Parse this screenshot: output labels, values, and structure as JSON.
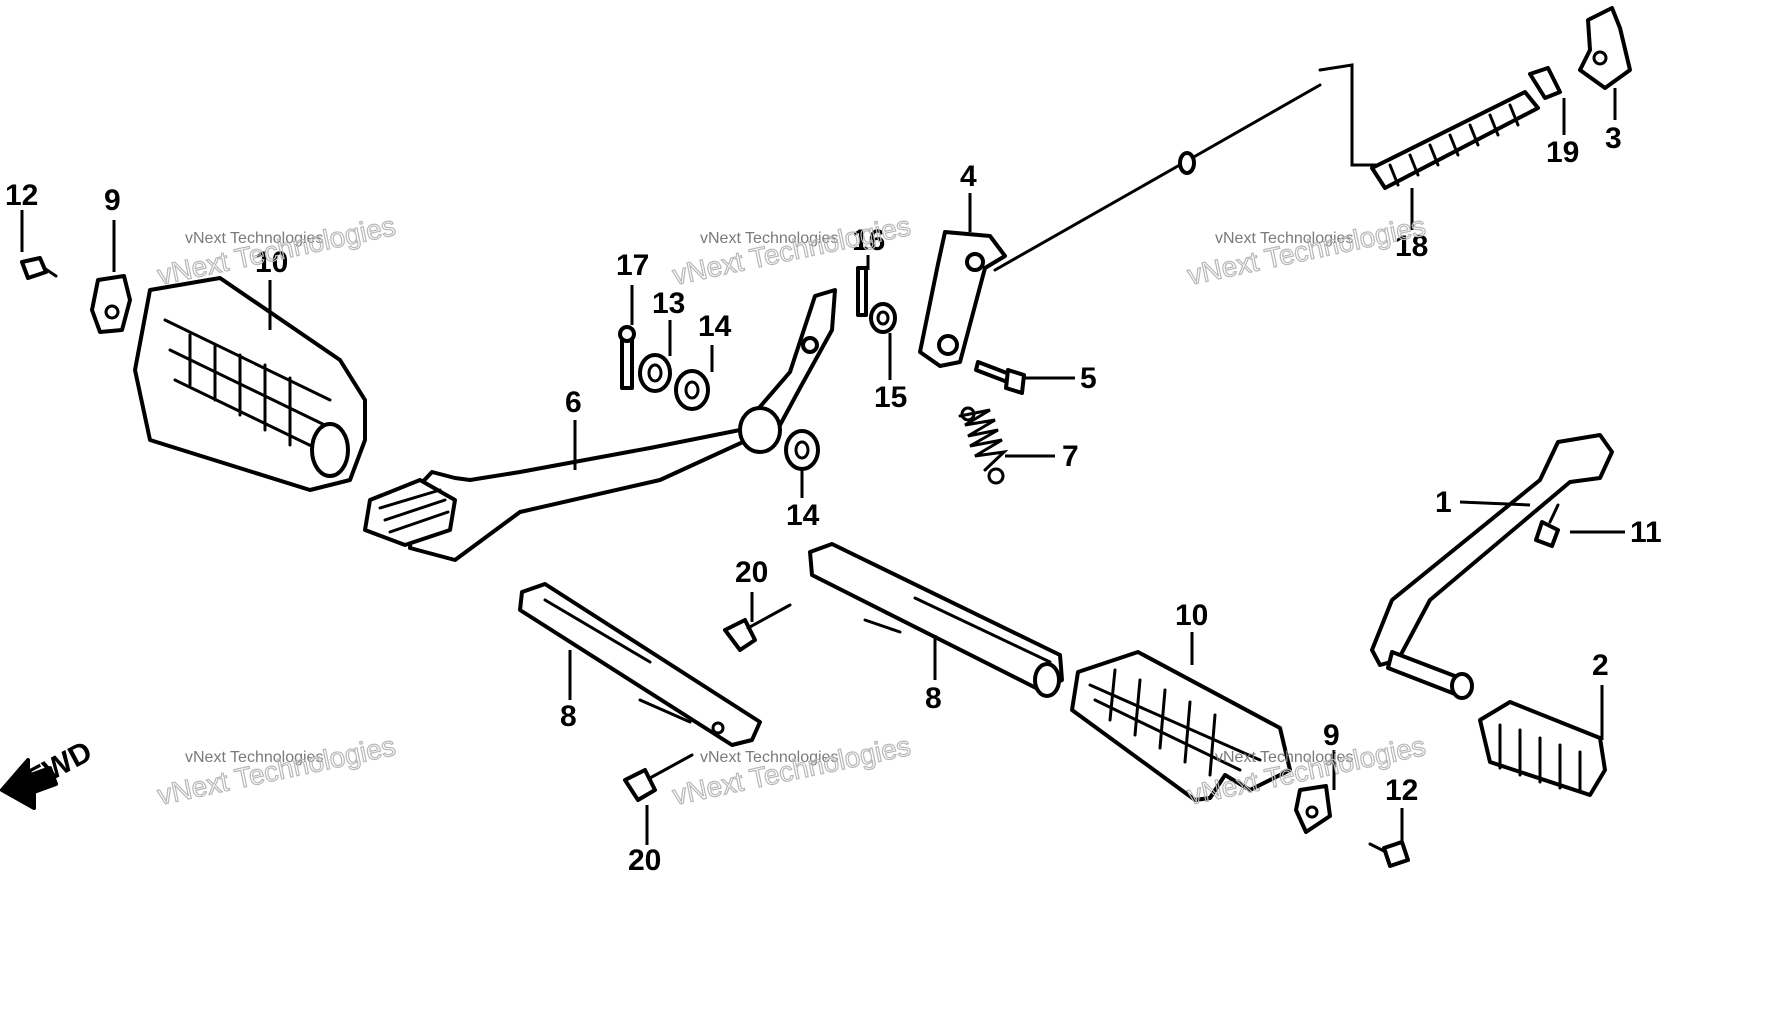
{
  "diagram": {
    "direction_label": "FWD",
    "watermark_small": "vNext Technologies",
    "watermark_large": "vNext Technologies",
    "callouts": {
      "c1": "1",
      "c2": "2",
      "c3": "3",
      "c4": "4",
      "c5": "5",
      "c6": "6",
      "c7": "7",
      "c8a": "8",
      "c8b": "8",
      "c9a": "9",
      "c9b": "9",
      "c10a": "10",
      "c10b": "10",
      "c11": "11",
      "c12a": "12",
      "c12b": "12",
      "c13": "13",
      "c14a": "14",
      "c14b": "14",
      "c15": "15",
      "c16": "16",
      "c17": "17",
      "c18": "18",
      "c19": "19",
      "c20a": "20",
      "c20b": "20"
    }
  }
}
